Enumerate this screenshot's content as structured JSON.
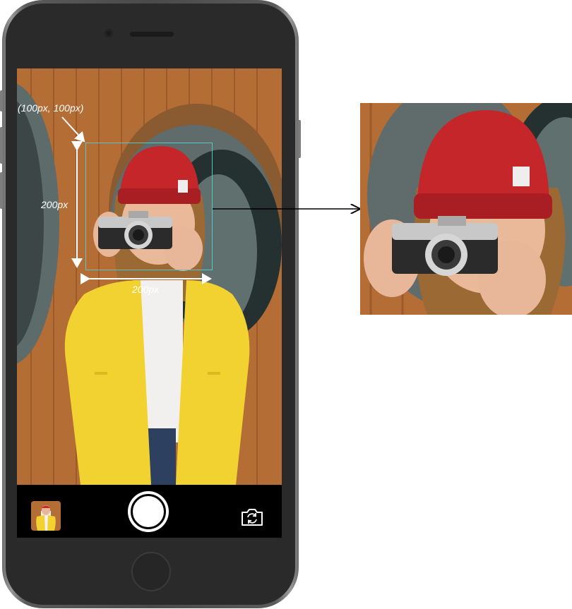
{
  "annotations": {
    "origin_label": "(100px, 100px)",
    "height_label": "200px",
    "width_label": "200px"
  },
  "camera": {
    "thumbnail_icon": "photo-thumbnail",
    "shutter_icon": "shutter-button",
    "flip_icon": "camera-flip-icon"
  },
  "colors": {
    "selection": "#56c6c6",
    "jacket": "#f2d230",
    "hat": "#c5262a",
    "wood": "#b06a32"
  }
}
